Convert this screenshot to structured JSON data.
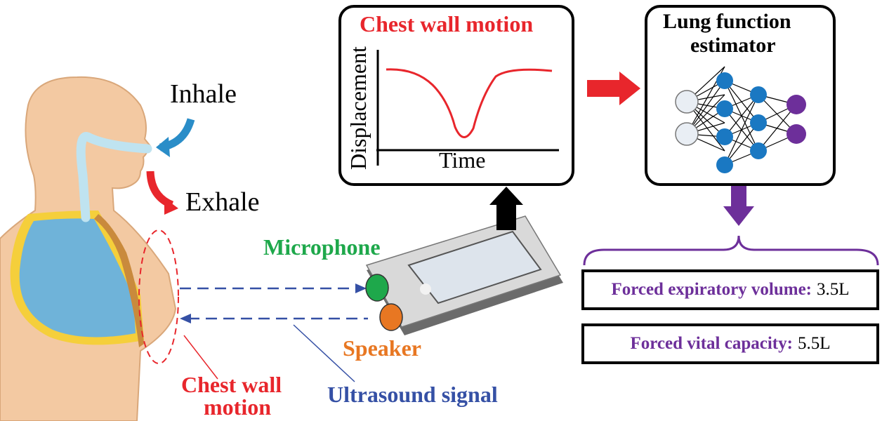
{
  "labels": {
    "inhale": "Inhale",
    "exhale": "Exhale",
    "chest_wall_motion_title": "Chest wall motion",
    "displacement": "Displacement",
    "time": "Time",
    "lung_estimator_line1": "Lung function",
    "lung_estimator_line2": "estimator",
    "microphone": "Microphone",
    "speaker": "Speaker",
    "chest_wall_line1": "Chest wall",
    "chest_wall_line2": "motion",
    "ultrasound_signal": "Ultrasound signal"
  },
  "results": [
    {
      "name": "Forced expiratory volume:",
      "value": "3.5L"
    },
    {
      "name": "Forced vital capacity:",
      "value": "5.5L"
    }
  ],
  "colors": {
    "red": "#e8262c",
    "green": "#1ea84b",
    "orange": "#e87722",
    "blue": "#3550a5",
    "purple": "#6d2f9a",
    "skin": "#f3c9a2",
    "lung": "#6fb3d9",
    "node_blue": "#1a78c2"
  }
}
